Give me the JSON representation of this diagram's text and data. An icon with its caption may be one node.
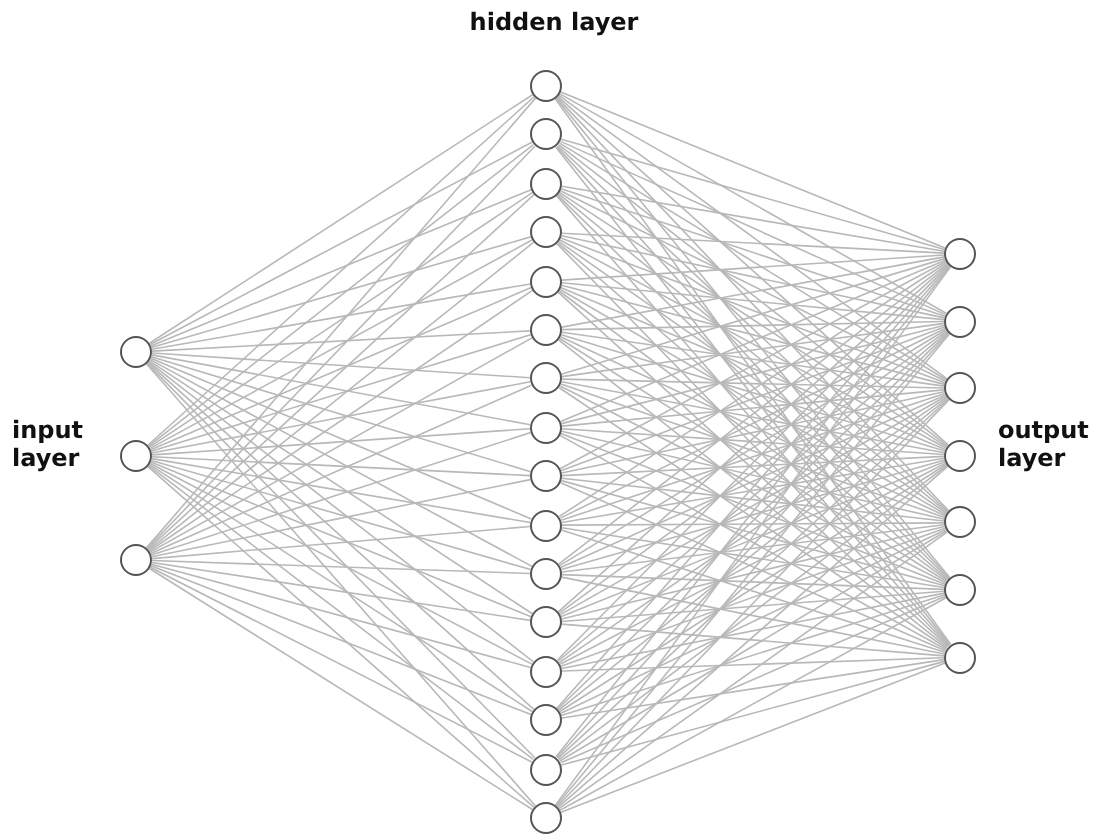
{
  "diagram": {
    "nodes": [
      {
        "text": [],
        "shape": "circle"
      },
      {
        "text": [],
        "shape": "circle"
      },
      {
        "text": [],
        "shape": "circle"
      },
      {
        "text": [],
        "shape": "circle"
      },
      {
        "text": [],
        "shape": "circle"
      },
      {
        "text": [],
        "shape": "circle"
      },
      {
        "text": [],
        "shape": "circle"
      },
      {
        "text": [],
        "shape": "circle"
      },
      {
        "text": [],
        "shape": "circle"
      },
      {
        "text": [],
        "shape": "circle"
      },
      {
        "text": [],
        "shape": "circle"
      },
      {
        "text": [],
        "shape": "circle"
      },
      {
        "text": [],
        "shape": "circle"
      },
      {
        "text": [],
        "shape": "circle"
      },
      {
        "text": [],
        "shape": "circle"
      },
      {
        "text": [],
        "shape": "circle"
      },
      {
        "text": [],
        "shape": "circle"
      },
      {
        "text": [],
        "shape": "circle"
      },
      {
        "text": [],
        "shape": "circle"
      },
      {
        "text": [],
        "shape": "circle"
      },
      {
        "text": [],
        "shape": "circle"
      },
      {
        "text": [],
        "shape": "circle"
      },
      {
        "text": [],
        "shape": "circle"
      },
      {
        "text": [],
        "shape": "circle"
      },
      {
        "text": [],
        "shape": "circle"
      },
      {
        "text": [],
        "shape": "circle"
      }
    ],
    "edges": [
      {
        "from": 0,
        "to": 3,
        "arrow": "none"
      },
      {
        "from": 0,
        "to": 4,
        "arrow": "none"
      },
      {
        "from": 0,
        "to": 5,
        "arrow": "none"
      },
      {
        "from": 0,
        "to": 6,
        "arrow": "none"
      },
      {
        "from": 0,
        "to": 7,
        "arrow": "none"
      },
      {
        "from": 0,
        "to": 8,
        "arrow": "none"
      },
      {
        "from": 0,
        "to": 9,
        "arrow": "none"
      },
      {
        "from": 0,
        "to": 10,
        "arrow": "none"
      },
      {
        "from": 0,
        "to": 11,
        "arrow": "none"
      },
      {
        "from": 0,
        "to": 12,
        "arrow": "none"
      },
      {
        "from": 0,
        "to": 13,
        "arrow": "none"
      },
      {
        "from": 0,
        "to": 14,
        "arrow": "none"
      },
      {
        "from": 0,
        "to": 15,
        "arrow": "none"
      },
      {
        "from": 0,
        "to": 16,
        "arrow": "none"
      },
      {
        "from": 0,
        "to": 17,
        "arrow": "none"
      },
      {
        "from": 0,
        "to": 18,
        "arrow": "none"
      },
      {
        "from": 1,
        "to": 3,
        "arrow": "none"
      },
      {
        "from": 1,
        "to": 4,
        "arrow": "none"
      },
      {
        "from": 1,
        "to": 5,
        "arrow": "none"
      },
      {
        "from": 1,
        "to": 6,
        "arrow": "none"
      },
      {
        "from": 1,
        "to": 7,
        "arrow": "none"
      },
      {
        "from": 1,
        "to": 8,
        "arrow": "none"
      },
      {
        "from": 1,
        "to": 9,
        "arrow": "none"
      },
      {
        "from": 1,
        "to": 10,
        "arrow": "none"
      },
      {
        "from": 1,
        "to": 11,
        "arrow": "none"
      },
      {
        "from": 1,
        "to": 12,
        "arrow": "none"
      },
      {
        "from": 1,
        "to": 13,
        "arrow": "none"
      },
      {
        "from": 1,
        "to": 14,
        "arrow": "none"
      },
      {
        "from": 1,
        "to": 15,
        "arrow": "none"
      },
      {
        "from": 1,
        "to": 16,
        "arrow": "none"
      },
      {
        "from": 1,
        "to": 17,
        "arrow": "none"
      },
      {
        "from": 1,
        "to": 18,
        "arrow": "none"
      },
      {
        "from": 2,
        "to": 3,
        "arrow": "none"
      },
      {
        "from": 2,
        "to": 4,
        "arrow": "none"
      },
      {
        "from": 2,
        "to": 5,
        "arrow": "none"
      },
      {
        "from": 2,
        "to": 6,
        "arrow": "none"
      },
      {
        "from": 2,
        "to": 7,
        "arrow": "none"
      },
      {
        "from": 2,
        "to": 8,
        "arrow": "none"
      },
      {
        "from": 2,
        "to": 9,
        "arrow": "none"
      },
      {
        "from": 2,
        "to": 10,
        "arrow": "none"
      },
      {
        "from": 2,
        "to": 11,
        "arrow": "none"
      },
      {
        "from": 2,
        "to": 12,
        "arrow": "none"
      },
      {
        "from": 2,
        "to": 13,
        "arrow": "none"
      },
      {
        "from": 2,
        "to": 14,
        "arrow": "none"
      },
      {
        "from": 2,
        "to": 15,
        "arrow": "none"
      },
      {
        "from": 2,
        "to": 16,
        "arrow": "none"
      },
      {
        "from": 2,
        "to": 17,
        "arrow": "none"
      },
      {
        "from": 2,
        "to": 18,
        "arrow": "none"
      },
      {
        "from": 3,
        "to": 19,
        "arrow": "none"
      },
      {
        "from": 3,
        "to": 20,
        "arrow": "none"
      },
      {
        "from": 3,
        "to": 21,
        "arrow": "none"
      },
      {
        "from": 3,
        "to": 22,
        "arrow": "none"
      },
      {
        "from": 3,
        "to": 23,
        "arrow": "none"
      },
      {
        "from": 3,
        "to": 24,
        "arrow": "none"
      },
      {
        "from": 3,
        "to": 25,
        "arrow": "none"
      },
      {
        "from": 4,
        "to": 19,
        "arrow": "none"
      },
      {
        "from": 4,
        "to": 20,
        "arrow": "none"
      },
      {
        "from": 4,
        "to": 21,
        "arrow": "none"
      },
      {
        "from": 4,
        "to": 22,
        "arrow": "none"
      },
      {
        "from": 4,
        "to": 23,
        "arrow": "none"
      },
      {
        "from": 4,
        "to": 24,
        "arrow": "none"
      },
      {
        "from": 4,
        "to": 25,
        "arrow": "none"
      },
      {
        "from": 5,
        "to": 19,
        "arrow": "none"
      },
      {
        "from": 5,
        "to": 20,
        "arrow": "none"
      },
      {
        "from": 5,
        "to": 21,
        "arrow": "none"
      },
      {
        "from": 5,
        "to": 22,
        "arrow": "none"
      },
      {
        "from": 5,
        "to": 23,
        "arrow": "none"
      },
      {
        "from": 5,
        "to": 24,
        "arrow": "none"
      },
      {
        "from": 5,
        "to": 25,
        "arrow": "none"
      },
      {
        "from": 6,
        "to": 19,
        "arrow": "none"
      },
      {
        "from": 6,
        "to": 20,
        "arrow": "none"
      },
      {
        "from": 6,
        "to": 21,
        "arrow": "none"
      },
      {
        "from": 6,
        "to": 22,
        "arrow": "none"
      },
      {
        "from": 6,
        "to": 23,
        "arrow": "none"
      },
      {
        "from": 6,
        "to": 24,
        "arrow": "none"
      },
      {
        "from": 6,
        "to": 25,
        "arrow": "none"
      },
      {
        "from": 7,
        "to": 19,
        "arrow": "none"
      },
      {
        "from": 7,
        "to": 20,
        "arrow": "none"
      },
      {
        "from": 7,
        "to": 21,
        "arrow": "none"
      },
      {
        "from": 7,
        "to": 22,
        "arrow": "none"
      },
      {
        "from": 7,
        "to": 23,
        "arrow": "none"
      },
      {
        "from": 7,
        "to": 24,
        "arrow": "none"
      },
      {
        "from": 7,
        "to": 25,
        "arrow": "none"
      },
      {
        "from": 8,
        "to": 19,
        "arrow": "none"
      },
      {
        "from": 8,
        "to": 20,
        "arrow": "none"
      },
      {
        "from": 8,
        "to": 21,
        "arrow": "none"
      },
      {
        "from": 8,
        "to": 22,
        "arrow": "none"
      },
      {
        "from": 8,
        "to": 23,
        "arrow": "none"
      },
      {
        "from": 8,
        "to": 24,
        "arrow": "none"
      },
      {
        "from": 8,
        "to": 25,
        "arrow": "none"
      },
      {
        "from": 9,
        "to": 19,
        "arrow": "none"
      },
      {
        "from": 9,
        "to": 20,
        "arrow": "none"
      },
      {
        "from": 9,
        "to": 21,
        "arrow": "none"
      },
      {
        "from": 9,
        "to": 22,
        "arrow": "none"
      },
      {
        "from": 9,
        "to": 23,
        "arrow": "none"
      },
      {
        "from": 9,
        "to": 24,
        "arrow": "none"
      },
      {
        "from": 9,
        "to": 25,
        "arrow": "none"
      },
      {
        "from": 10,
        "to": 19,
        "arrow": "none"
      },
      {
        "from": 10,
        "to": 20,
        "arrow": "none"
      },
      {
        "from": 10,
        "to": 21,
        "arrow": "none"
      },
      {
        "from": 10,
        "to": 22,
        "arrow": "none"
      },
      {
        "from": 10,
        "to": 23,
        "arrow": "none"
      },
      {
        "from": 10,
        "to": 24,
        "arrow": "none"
      },
      {
        "from": 10,
        "to": 25,
        "arrow": "none"
      },
      {
        "from": 11,
        "to": 19,
        "arrow": "none"
      },
      {
        "from": 11,
        "to": 20,
        "arrow": "none"
      },
      {
        "from": 11,
        "to": 21,
        "arrow": "none"
      },
      {
        "from": 11,
        "to": 22,
        "arrow": "none"
      },
      {
        "from": 11,
        "to": 23,
        "arrow": "none"
      },
      {
        "from": 11,
        "to": 24,
        "arrow": "none"
      },
      {
        "from": 11,
        "to": 25,
        "arrow": "none"
      },
      {
        "from": 12,
        "to": 19,
        "arrow": "none"
      },
      {
        "from": 12,
        "to": 20,
        "arrow": "none"
      },
      {
        "from": 12,
        "to": 21,
        "arrow": "none"
      },
      {
        "from": 12,
        "to": 22,
        "arrow": "none"
      },
      {
        "from": 12,
        "to": 23,
        "arrow": "none"
      },
      {
        "from": 12,
        "to": 24,
        "arrow": "none"
      },
      {
        "from": 12,
        "to": 25,
        "arrow": "none"
      },
      {
        "from": 13,
        "to": 19,
        "arrow": "none"
      },
      {
        "from": 13,
        "to": 20,
        "arrow": "none"
      },
      {
        "from": 13,
        "to": 21,
        "arrow": "none"
      },
      {
        "from": 13,
        "to": 22,
        "arrow": "none"
      },
      {
        "from": 13,
        "to": 23,
        "arrow": "none"
      },
      {
        "from": 13,
        "to": 24,
        "arrow": "none"
      },
      {
        "from": 13,
        "to": 25,
        "arrow": "none"
      },
      {
        "from": 14,
        "to": 19,
        "arrow": "none"
      },
      {
        "from": 14,
        "to": 20,
        "arrow": "none"
      },
      {
        "from": 14,
        "to": 21,
        "arrow": "none"
      },
      {
        "from": 14,
        "to": 22,
        "arrow": "none"
      },
      {
        "from": 14,
        "to": 23,
        "arrow": "none"
      },
      {
        "from": 14,
        "to": 24,
        "arrow": "none"
      },
      {
        "from": 14,
        "to": 25,
        "arrow": "none"
      },
      {
        "from": 15,
        "to": 19,
        "arrow": "none"
      },
      {
        "from": 15,
        "to": 20,
        "arrow": "none"
      },
      {
        "from": 15,
        "to": 21,
        "arrow": "none"
      },
      {
        "from": 15,
        "to": 22,
        "arrow": "none"
      },
      {
        "from": 15,
        "to": 23,
        "arrow": "none"
      },
      {
        "from": 15,
        "to": 24,
        "arrow": "none"
      },
      {
        "from": 15,
        "to": 25,
        "arrow": "none"
      },
      {
        "from": 16,
        "to": 19,
        "arrow": "none"
      },
      {
        "from": 16,
        "to": 20,
        "arrow": "none"
      },
      {
        "from": 16,
        "to": 21,
        "arrow": "none"
      },
      {
        "from": 16,
        "to": 22,
        "arrow": "none"
      },
      {
        "from": 16,
        "to": 23,
        "arrow": "none"
      },
      {
        "from": 16,
        "to": 24,
        "arrow": "none"
      },
      {
        "from": 16,
        "to": 25,
        "arrow": "none"
      },
      {
        "from": 17,
        "to": 19,
        "arrow": "none"
      },
      {
        "from": 17,
        "to": 20,
        "arrow": "none"
      },
      {
        "from": 17,
        "to": 21,
        "arrow": "none"
      },
      {
        "from": 17,
        "to": 22,
        "arrow": "none"
      },
      {
        "from": 17,
        "to": 23,
        "arrow": "none"
      },
      {
        "from": 17,
        "to": 24,
        "arrow": "none"
      },
      {
        "from": 17,
        "to": 25,
        "arrow": "none"
      },
      {
        "from": 18,
        "to": 19,
        "arrow": "none"
      },
      {
        "from": 18,
        "to": 20,
        "arrow": "none"
      },
      {
        "from": 18,
        "to": 21,
        "arrow": "none"
      },
      {
        "from": 18,
        "to": 22,
        "arrow": "none"
      },
      {
        "from": 18,
        "to": 23,
        "arrow": "none"
      },
      {
        "from": 18,
        "to": 24,
        "arrow": "none"
      },
      {
        "from": 18,
        "to": 25,
        "arrow": "none"
      }
    ],
    "labels": [
      "hidden layer",
      "input layer",
      "output layer"
    ]
  }
}
